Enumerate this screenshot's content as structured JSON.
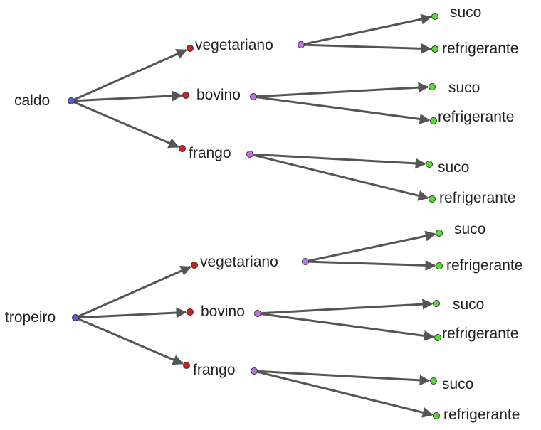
{
  "colors": {
    "edge": "#555555",
    "root": "#5b5bdc",
    "level1": "#cc2222",
    "level1_out": "#c070e0",
    "leaf": "#55dd33"
  },
  "trees": [
    {
      "label": "caldo",
      "branches": [
        {
          "label": "vegetariano",
          "leaves": [
            "suco",
            "refrigerante"
          ]
        },
        {
          "label": "bovino",
          "leaves": [
            "suco",
            "refrigerante"
          ]
        },
        {
          "label": "frango",
          "leaves": [
            "suco",
            "refrigerante"
          ]
        }
      ]
    },
    {
      "label": "tropeiro",
      "branches": [
        {
          "label": "vegetariano",
          "leaves": [
            "suco",
            "refrigerante"
          ]
        },
        {
          "label": "bovino",
          "leaves": [
            "suco",
            "refrigerante"
          ]
        },
        {
          "label": "frango",
          "leaves": [
            "suco",
            "refrigerante"
          ]
        }
      ]
    }
  ]
}
